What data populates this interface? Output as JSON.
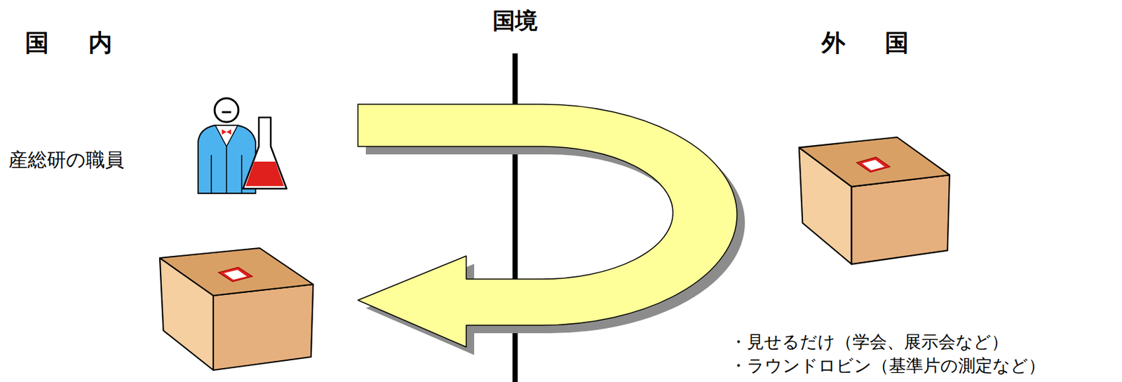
{
  "diagram": {
    "labels": [
      "国　内",
      "国境",
      "外　国",
      "産総研の職員",
      "・見せるだけ（学会、展示会など）",
      "・ラウンドロビン（基準片の測定など）"
    ]
  }
}
